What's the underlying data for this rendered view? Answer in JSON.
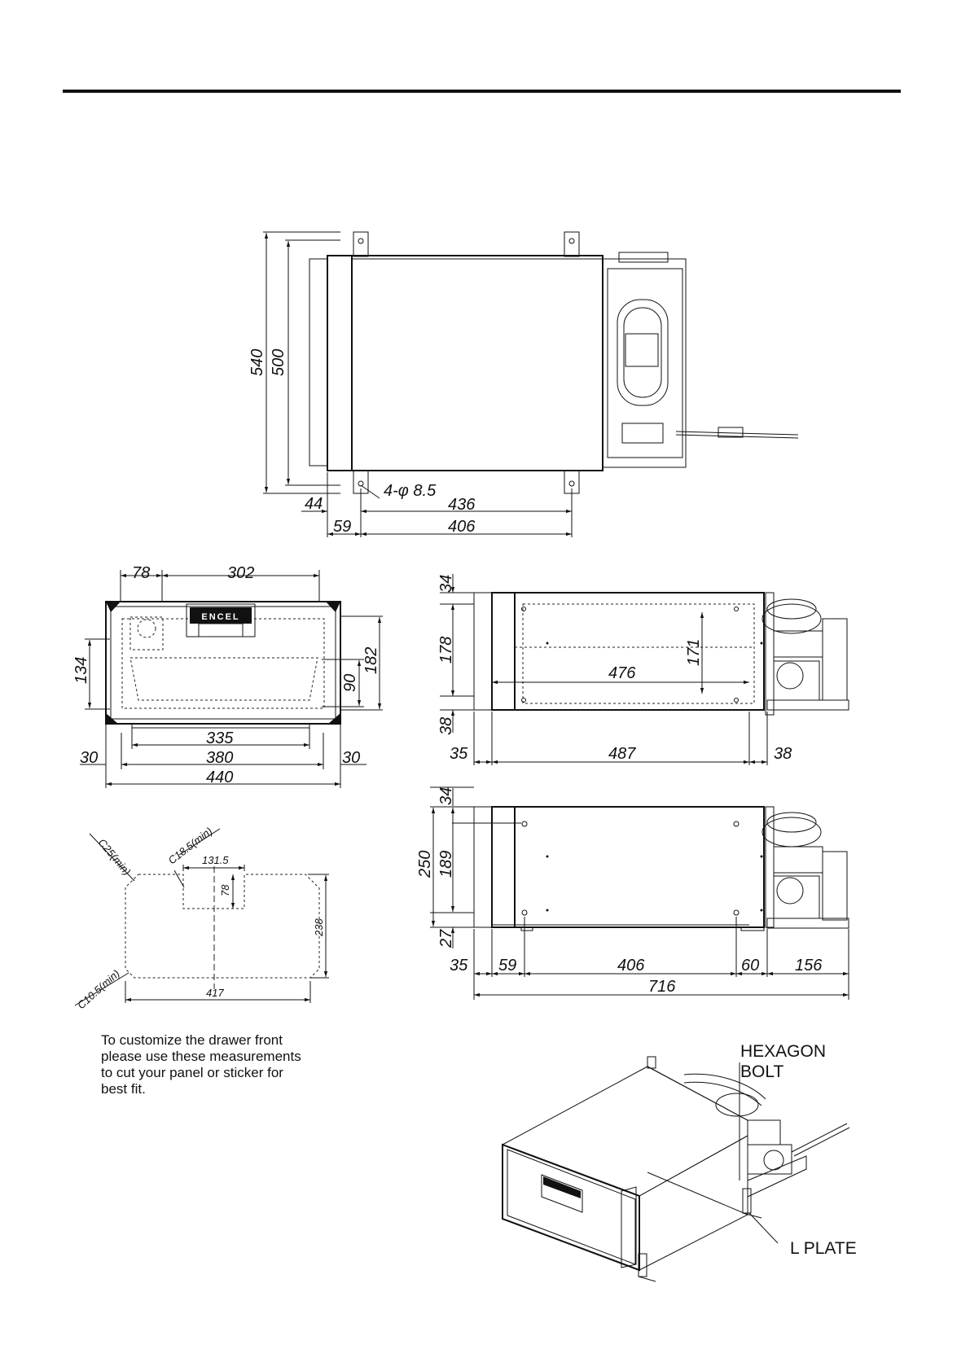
{
  "top_view": {
    "dims": {
      "d540": "540",
      "d500": "500",
      "d44": "44",
      "d436": "436",
      "d59": "59",
      "d406": "406",
      "hole": "4-φ 8.5"
    }
  },
  "front_view": {
    "brand": "ENCEL",
    "dims": {
      "d78": "78",
      "d302": "302",
      "d134": "134",
      "d90": "90",
      "d182": "182",
      "d335": "335",
      "d380": "380",
      "d30a": "30",
      "d30b": "30",
      "d440": "440"
    }
  },
  "side_view_1": {
    "dims": {
      "d34": "34",
      "d178": "178",
      "d38v": "38",
      "d171": "171",
      "d476": "476",
      "d35": "35",
      "d487": "487",
      "d38h": "38"
    }
  },
  "side_view_2": {
    "dims": {
      "d34": "34",
      "d250": "250",
      "d189": "189",
      "d27": "27",
      "d35": "35",
      "d59": "59",
      "d406": "406",
      "d60": "60",
      "d156": "156",
      "d716": "716"
    }
  },
  "panel_template": {
    "dims": {
      "c25": "C25(min)",
      "c18": "C18.5(min)",
      "w131": "131.5",
      "h78": "78",
      "h238": "238",
      "c10": "C10.5(min)",
      "w417": "417"
    }
  },
  "note": {
    "lines": [
      "To customize the drawer front",
      "please use these measurements",
      "to cut your panel or sticker for",
      "best fit."
    ]
  },
  "iso_view": {
    "hexagon_bolt": [
      "HEXAGON",
      "BOLT"
    ],
    "l_plate": "L PLATE"
  }
}
